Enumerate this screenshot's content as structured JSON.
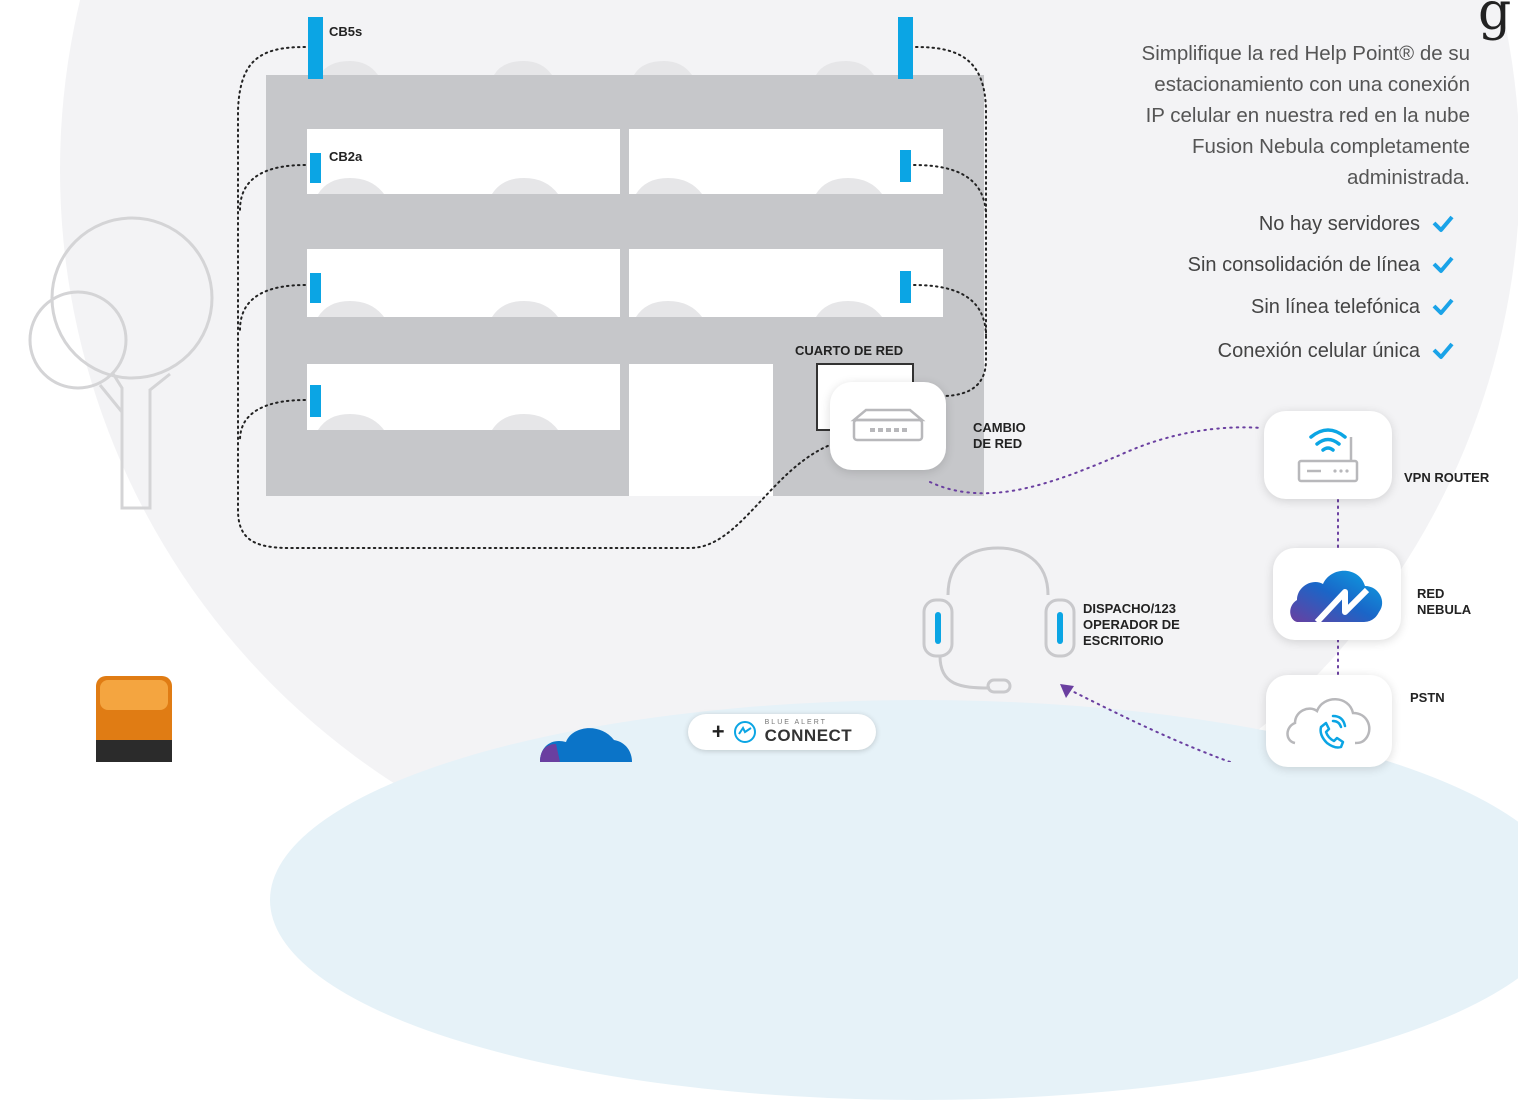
{
  "logo_glyph": "g",
  "intro_text_lines": [
    "Simplifique la red Help Point® de su",
    "estacionamiento con una conexión",
    "IP celular en nuestra red en la nube",
    "Fusion Nebula completamente",
    "administrada."
  ],
  "features": [
    "No hay servidores",
    "Sin consolidación de línea",
    "Sin línea telefónica",
    "Conexión celular única"
  ],
  "building_labels": {
    "cb5s": "CB5s",
    "cb2a": "CB2a",
    "network_room": "CUARTO DE RED"
  },
  "nodes": {
    "switch_label_lines": [
      "CAMBIO",
      "DE RED"
    ],
    "router_label": "VPN ROUTER",
    "nebula_label_lines": [
      "RED",
      "NEBULA"
    ],
    "pstn_label": "PSTN",
    "dispatch_label_lines": [
      "DISPACHO/123",
      "OPERADOR DE",
      "ESCRITORIO"
    ]
  },
  "blue_alert_connect": {
    "plus": "+",
    "small": "BLUE ALERT",
    "big": "CONNECT"
  },
  "colors": {
    "brand_blue": "#0ba5e4",
    "check_blue": "#1aa3e8",
    "building_gray": "#c6c7ca",
    "line_purple": "#6a3fa0",
    "text_gray": "#555555"
  },
  "icons": [
    "check-icon",
    "switch-icon",
    "wifi-router-icon",
    "nebula-cloud-icon",
    "pstn-cloud-phone-icon",
    "headset-icon",
    "tree-icon",
    "beacon-light-icon"
  ]
}
